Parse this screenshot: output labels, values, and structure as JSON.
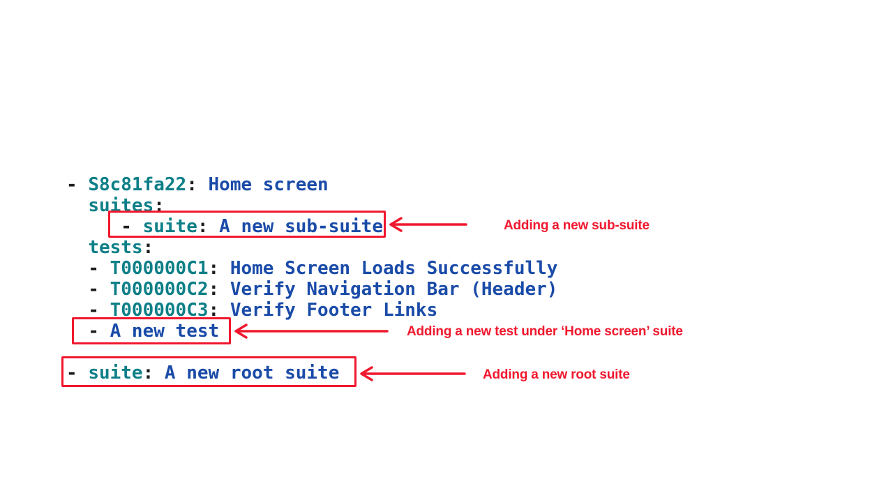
{
  "colors": {
    "annotation_red": "#f0182e",
    "yaml_key_teal": "#0d7f87",
    "yaml_value_blue": "#1a4ba8",
    "yaml_punctuation_dark": "#1d1d1f",
    "background": "#ffffff"
  },
  "code": {
    "lines": [
      {
        "tokens": [
          {
            "text": "- ",
            "type": "plain"
          },
          {
            "text": "S8c81fa22",
            "type": "key"
          },
          {
            "text": ": ",
            "type": "plain"
          },
          {
            "text": "Home screen",
            "type": "value"
          }
        ]
      },
      {
        "tokens": [
          {
            "text": "  ",
            "type": "plain"
          },
          {
            "text": "suites",
            "type": "key"
          },
          {
            "text": ":",
            "type": "plain"
          }
        ]
      },
      {
        "tokens": [
          {
            "text": "     - ",
            "type": "plain"
          },
          {
            "text": "suite",
            "type": "key"
          },
          {
            "text": ": ",
            "type": "plain"
          },
          {
            "text": "A new sub-suite",
            "type": "value"
          }
        ]
      },
      {
        "tokens": [
          {
            "text": "  ",
            "type": "plain"
          },
          {
            "text": "tests",
            "type": "key"
          },
          {
            "text": ":",
            "type": "plain"
          }
        ]
      },
      {
        "tokens": [
          {
            "text": "  - ",
            "type": "plain"
          },
          {
            "text": "T000000C1",
            "type": "key"
          },
          {
            "text": ": ",
            "type": "plain"
          },
          {
            "text": "Home Screen Loads Successfully",
            "type": "value"
          }
        ]
      },
      {
        "tokens": [
          {
            "text": "  - ",
            "type": "plain"
          },
          {
            "text": "T000000C2",
            "type": "key"
          },
          {
            "text": ": ",
            "type": "plain"
          },
          {
            "text": "Verify Navigation Bar (Header)",
            "type": "value"
          }
        ]
      },
      {
        "tokens": [
          {
            "text": "  - ",
            "type": "plain"
          },
          {
            "text": "T000000C3",
            "type": "key"
          },
          {
            "text": ": ",
            "type": "plain"
          },
          {
            "text": "Verify Footer Links",
            "type": "value"
          }
        ]
      },
      {
        "tokens": [
          {
            "text": "  - ",
            "type": "plain"
          },
          {
            "text": "A new test",
            "type": "value"
          }
        ]
      },
      {
        "tokens": []
      },
      {
        "tokens": [
          {
            "text": "- ",
            "type": "plain"
          },
          {
            "text": "suite",
            "type": "key"
          },
          {
            "text": ": ",
            "type": "plain"
          },
          {
            "text": "A new root suite",
            "type": "value"
          }
        ]
      }
    ]
  },
  "annotations": {
    "sub_suite": {
      "label": "Adding a new sub-suite"
    },
    "new_test": {
      "label": "Adding a new test under ‘Home screen’ suite"
    },
    "root_suite": {
      "label": "Adding a new root suite"
    }
  }
}
